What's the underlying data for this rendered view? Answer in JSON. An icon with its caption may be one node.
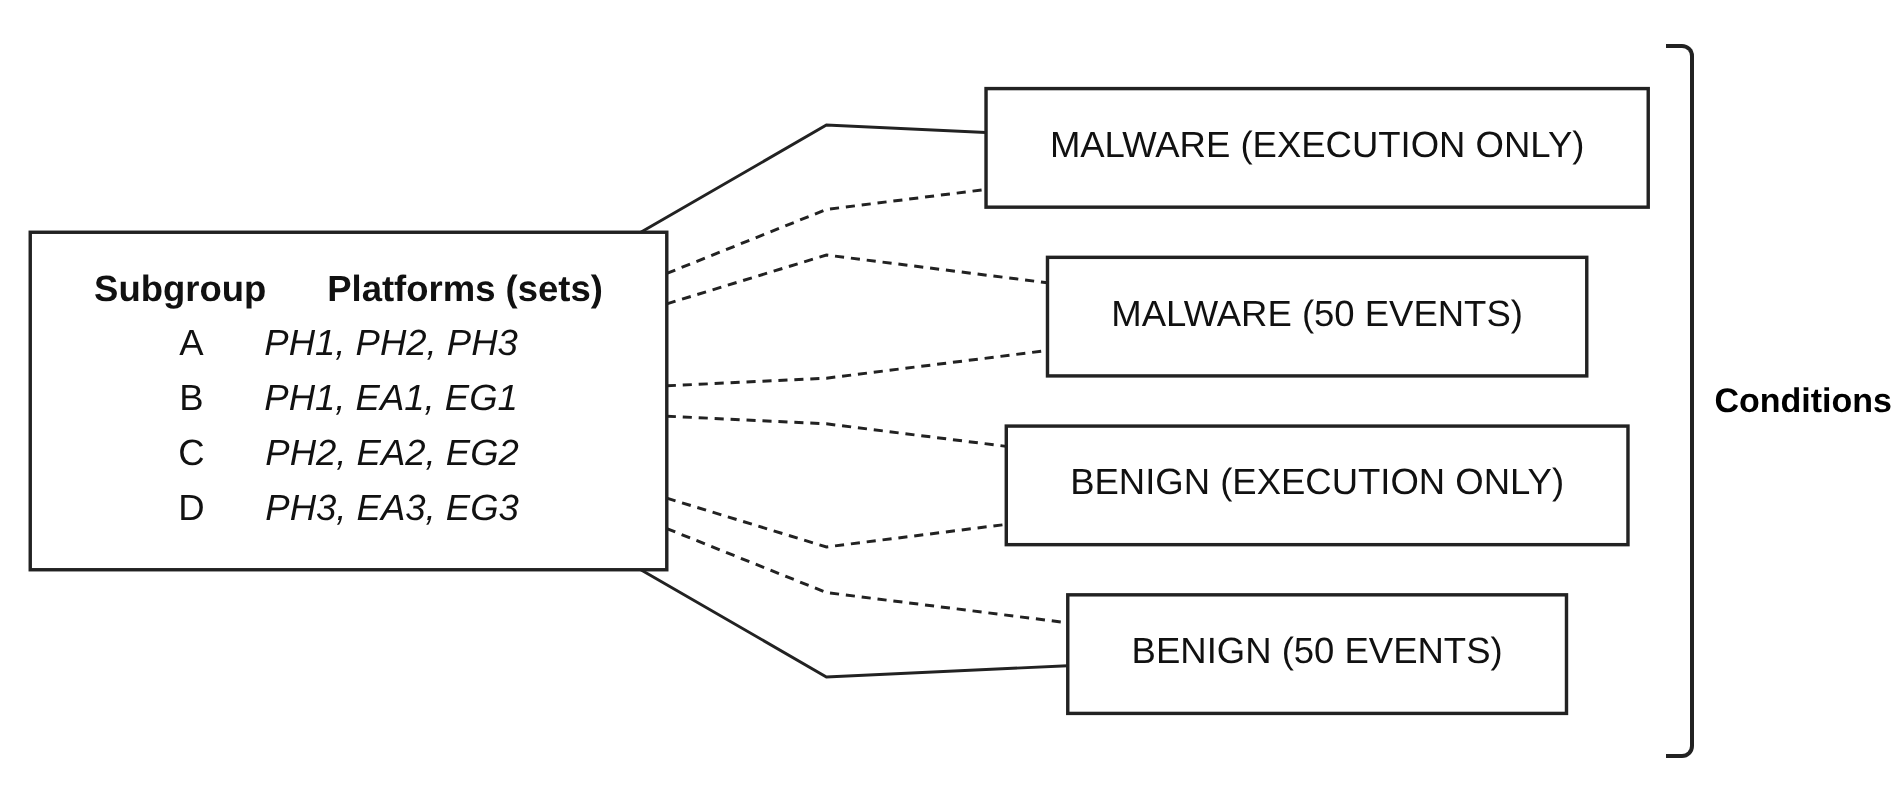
{
  "diagram": {
    "nodes": [
      {
        "text": [
          "Subgroup",
          "Platforms (sets)",
          "A",
          "PH1, PH2, PH3",
          "B",
          "PH1, EA1, EG1",
          "C",
          "PH2, EA2, EG2",
          "D",
          "PH3, EA3, EG3"
        ]
      },
      {
        "text": [
          "MALWARE (EXECUTION ONLY)"
        ]
      },
      {
        "text": [
          "MALWARE (50 EVENTS)"
        ]
      },
      {
        "text": [
          "BENIGN (EXECUTION ONLY)"
        ]
      },
      {
        "text": [
          "BENIGN (50 EVENTS)"
        ]
      }
    ],
    "edges": [
      {
        "from": 0,
        "to": 1,
        "arrow": "none"
      },
      {
        "from": 0,
        "to": 2,
        "arrow": "none",
        "style": "dashed"
      },
      {
        "from": 0,
        "to": 3,
        "arrow": "none",
        "style": "dashed"
      },
      {
        "from": 0,
        "to": 4,
        "arrow": "none",
        "style": "dashed"
      },
      {
        "from": 0,
        "to": 1,
        "arrow": "none",
        "style": "dashed"
      },
      {
        "from": 0,
        "to": 2,
        "arrow": "none",
        "style": "dashed"
      },
      {
        "from": 0,
        "to": 3,
        "arrow": "none",
        "style": "dashed"
      },
      {
        "from": 0,
        "to": 4,
        "arrow": "none"
      }
    ],
    "labels": [
      "Conditions"
    ]
  }
}
